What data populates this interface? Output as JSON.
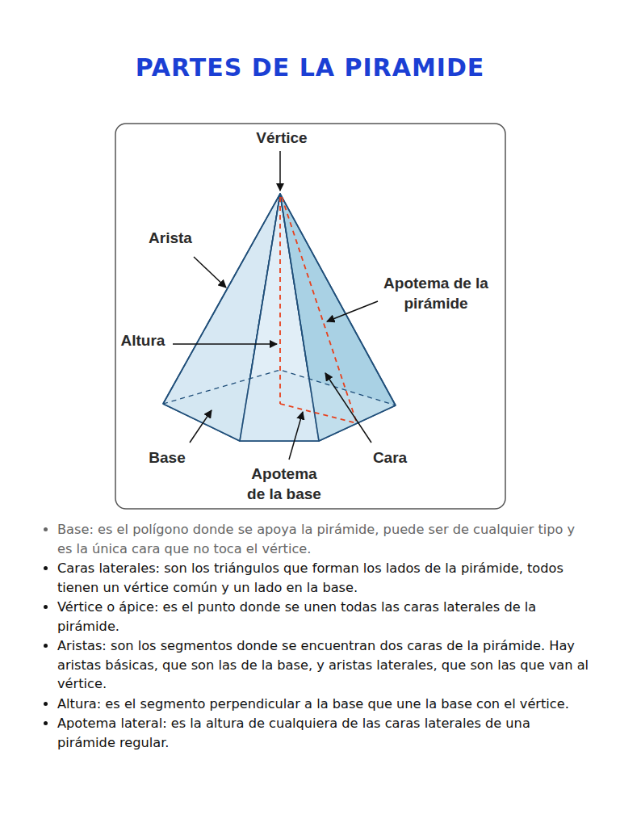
{
  "diagram": {
    "title": "PARTES DE LA PIRAMIDE",
    "labels": [
      "Vértice",
      "Arista",
      "Apotema de la pirámide",
      "Altura",
      "Base",
      "Apotema de la base",
      "Cara",
      "Base: es el polígono donde se apoya la pirámide, puede ser de cualquier tipo y es la única cara que no toca el vértice.",
      "Caras laterales: son los triángulos que forman los lados de la pirámide, todos tienen un vértice común y un lado en la base.",
      "Vértice o ápice: es el punto donde se unen todas las caras laterales de la pirámide.",
      "Aristas: son los segmentos donde se encuentran dos caras de la pirámide. Hay aristas básicas, que son las de la base, y aristas laterales, que son las que van al vértice.",
      "Altura: es el segmento perpendicular a la base que une la base con el vértice.",
      "Apotema lateral: es la altura de cualquiera de las caras laterales de una pirámide regular."
    ]
  }
}
